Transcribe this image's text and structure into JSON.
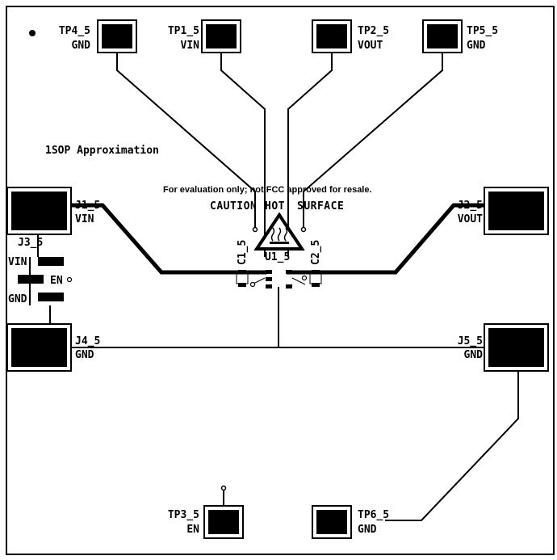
{
  "board": {
    "assembly_note": "1SOP Approximation",
    "disclaimer": "For evaluation only; not FCC approved for resale.",
    "caution_words": [
      "CAUTION",
      "HOT",
      "SURFACE"
    ]
  },
  "test_points": [
    {
      "ref": "TP4_5",
      "net": "GND"
    },
    {
      "ref": "TP1_5",
      "net": "VIN"
    },
    {
      "ref": "TP2_5",
      "net": "VOUT"
    },
    {
      "ref": "TP5_5",
      "net": "GND"
    },
    {
      "ref": "TP3_5",
      "net": "EN"
    },
    {
      "ref": "TP6_5",
      "net": "GND"
    }
  ],
  "connectors": [
    {
      "ref": "J1_5",
      "net": "VIN"
    },
    {
      "ref": "J2_5",
      "net": "VOUT"
    },
    {
      "ref": "J4_5",
      "net": "GND"
    },
    {
      "ref": "J5_5",
      "net": "GND"
    }
  ],
  "jumper": {
    "ref": "J3_5",
    "labels": [
      "VIN",
      "EN",
      "GND"
    ]
  },
  "components": {
    "c1": "C1_5",
    "c2": "C2_5",
    "u1": "U1_5"
  }
}
